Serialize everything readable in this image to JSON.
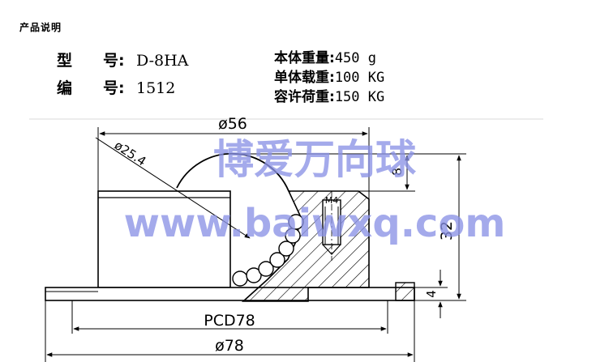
{
  "header": {
    "title": "产品说明"
  },
  "specs_left": [
    {
      "label": "型　　号:",
      "value": "D-8HA"
    },
    {
      "label": "编　　号:",
      "value": "1512"
    }
  ],
  "specs_right": [
    {
      "label": "本体重量:",
      "value": "450 g"
    },
    {
      "label": "单体载重:",
      "value": "100 KG"
    },
    {
      "label": "容许荷重:",
      "value": "150 KG"
    }
  ],
  "drawing": {
    "dim_top_diameter": "ø56",
    "dim_ball_diameter": "ø25.4",
    "dim_height_top": "8",
    "dim_total_height": "32",
    "dim_flange": "4",
    "dim_pcd": "PCD78",
    "dim_bottom_diameter": "ø78",
    "thread_label": "M4"
  },
  "watermark": {
    "line1": "博爱万向球",
    "line2": "www.baiwxq.com"
  },
  "colors": {
    "watermark": "#8b93e6",
    "line": "#000000"
  }
}
